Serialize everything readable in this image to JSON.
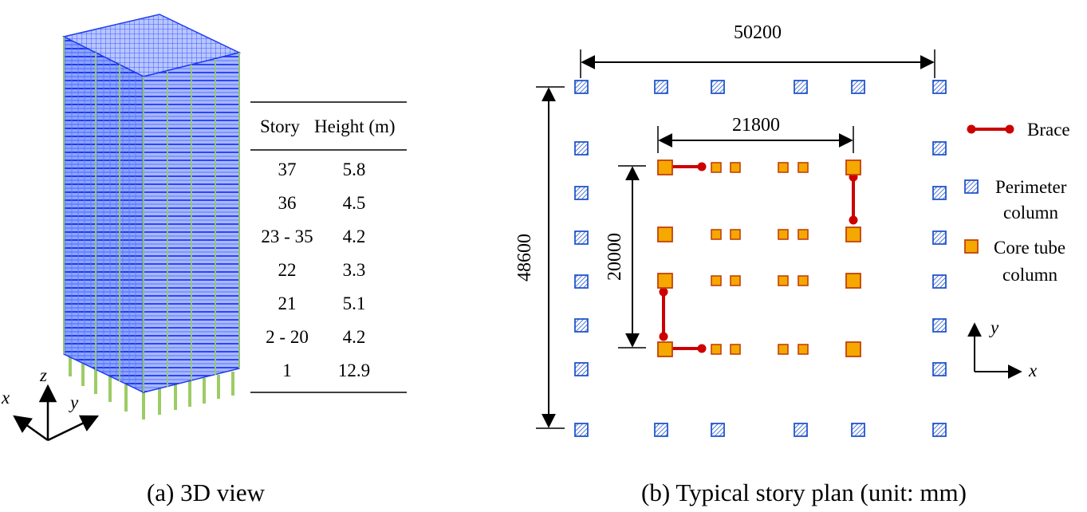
{
  "panel_a": {
    "caption": "(a) 3D view",
    "axis_labels": {
      "z": "z",
      "x": "x",
      "y": "y"
    },
    "table": {
      "header_story": "Story",
      "header_height": "Height (m)",
      "rows": [
        {
          "story": "37",
          "height": "5.8"
        },
        {
          "story": "36",
          "height": "4.5"
        },
        {
          "story": "23 - 35",
          "height": "4.2"
        },
        {
          "story": "22",
          "height": "3.3"
        },
        {
          "story": "21",
          "height": "5.1"
        },
        {
          "story": "2 - 20",
          "height": "4.2"
        },
        {
          "story": "1",
          "height": "12.9"
        }
      ]
    }
  },
  "panel_b": {
    "caption": "(b) Typical story plan (unit: mm)",
    "dimensions": {
      "overall_width": "50200",
      "overall_depth": "48600",
      "core_width": "21800",
      "core_depth": "20000"
    },
    "legend": {
      "brace": "Brace",
      "perimeter_line1": "Perimeter",
      "perimeter_line2": "column",
      "core_line1": "Core tube",
      "core_line2": "column"
    },
    "axis_labels": {
      "y": "y",
      "x": "x"
    },
    "colors": {
      "brace": "#cc0000",
      "perimeter_column": "#2255cc",
      "core_column_fill": "#f5a800",
      "core_column_stroke": "#c2410c",
      "building_mesh": "#3b5bff",
      "ground_columns": "#9ccc65"
    }
  }
}
